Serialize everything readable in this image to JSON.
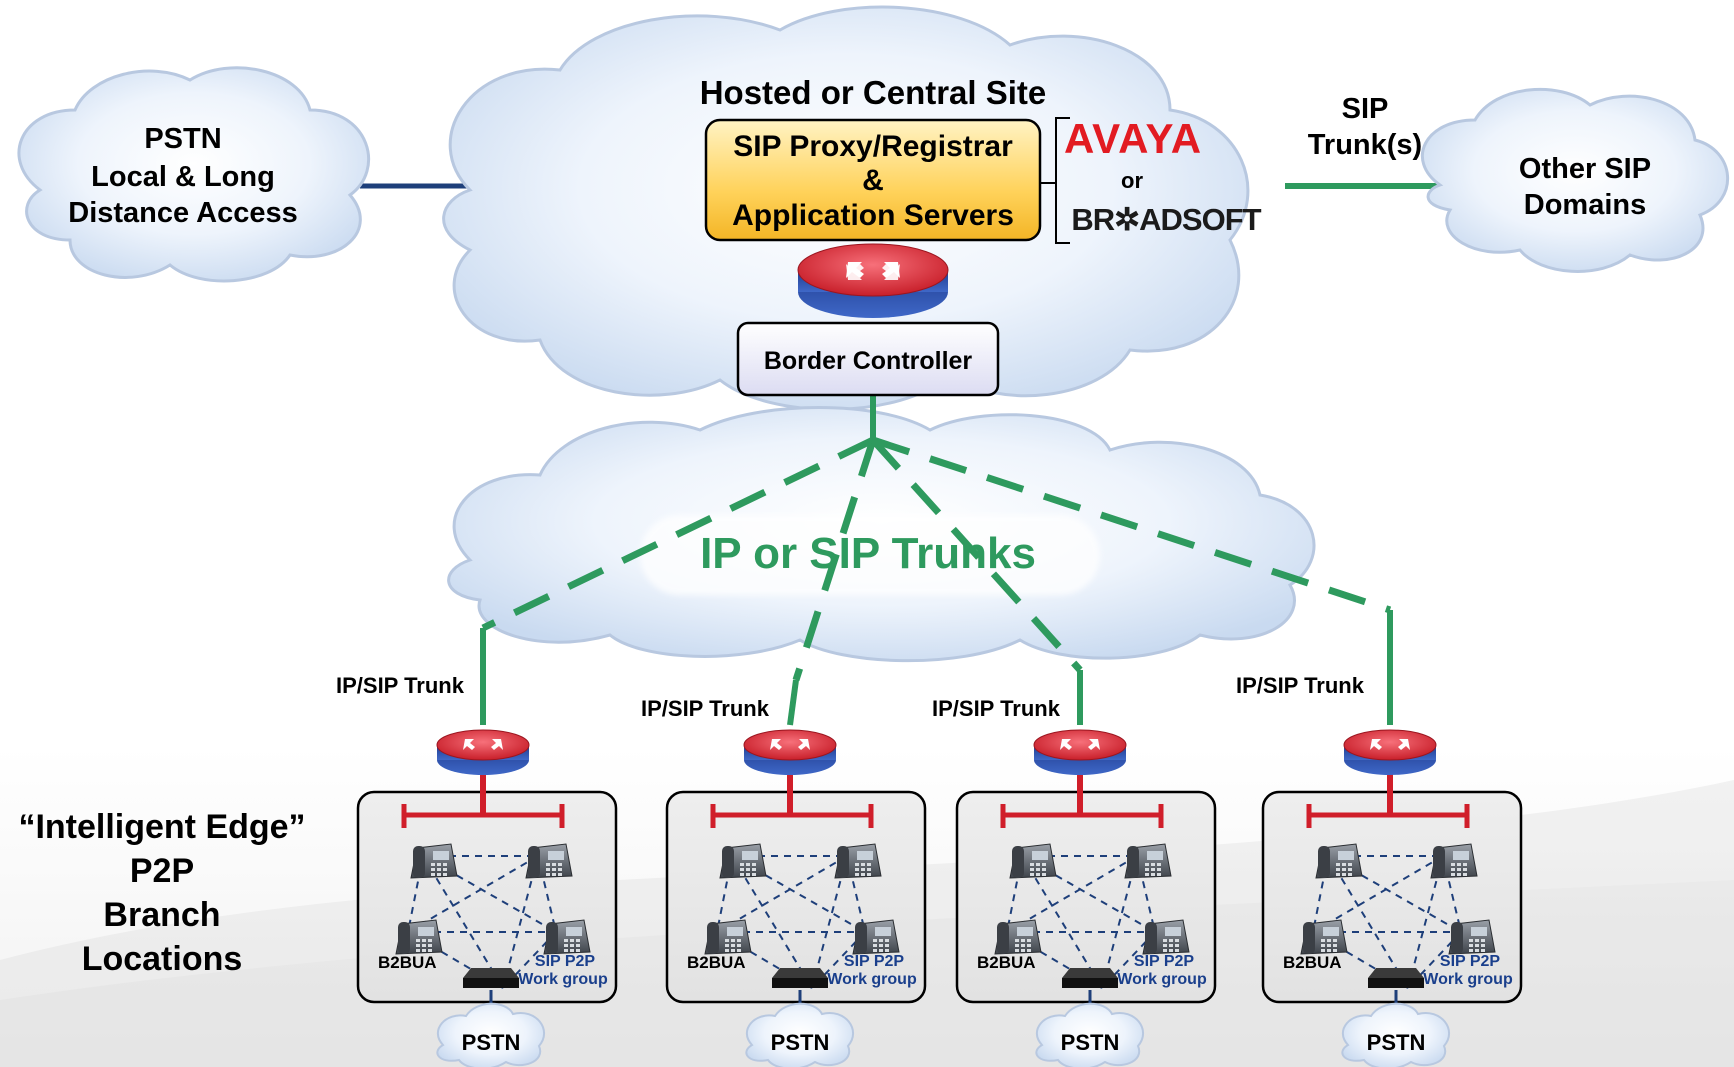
{
  "pstn_cloud": {
    "line1": "PSTN",
    "line2": "Local & Long",
    "line3": "Distance Access"
  },
  "central": {
    "title": "Hosted or Central Site",
    "server_line1": "SIP Proxy/Registrar",
    "server_line2": "&",
    "server_line3": "Application Servers",
    "vendor1": "AVAYA",
    "or": "or",
    "vendor2": "BR✲ADSOFT",
    "border_controller": "Border Controller"
  },
  "sip_trunk_label": {
    "line1": "SIP",
    "line2": "Trunk(s)"
  },
  "other_domains": {
    "line1": "Other SIP",
    "line2": "Domains"
  },
  "trunks_cloud_label": "IP or SIP Trunks",
  "edge_label": {
    "line1": "“Intelligent Edge”",
    "line2": "P2P",
    "line3": "Branch",
    "line4": "Locations"
  },
  "branches": [
    {
      "trunk_label": "IP/SIP Trunk",
      "b2bua": "B2BUA",
      "workgroup_line1": "SIP P2P",
      "workgroup_line2": "Work group",
      "pstn": "PSTN"
    },
    {
      "trunk_label": "IP/SIP Trunk",
      "b2bua": "B2BUA",
      "workgroup_line1": "SIP P2P",
      "workgroup_line2": "Work group",
      "pstn": "PSTN"
    },
    {
      "trunk_label": "IP/SIP Trunk",
      "b2bua": "B2BUA",
      "workgroup_line1": "SIP P2P",
      "workgroup_line2": "Work group",
      "pstn": "PSTN"
    },
    {
      "trunk_label": "IP/SIP Trunk",
      "b2bua": "B2BUA",
      "workgroup_line1": "SIP P2P",
      "workgroup_line2": "Work group",
      "pstn": "PSTN"
    }
  ],
  "colors": {
    "trunk": "#2e9a5e",
    "pstn_link": "#1e3f7a",
    "bus": "#d01e2a",
    "router_top": "#e8434b",
    "cloud": "#dde9f7"
  }
}
